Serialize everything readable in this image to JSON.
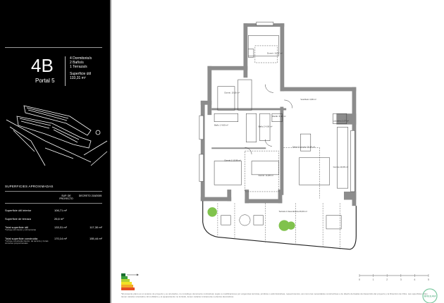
{
  "unit": {
    "code": "4B",
    "portal": "Portal 5",
    "specs": [
      "4 Dormitorio/s",
      "2 Baño/s",
      "1 Terraza/s"
    ],
    "useful_area_label": "Superficie útil",
    "useful_area_value": "133,31 m²"
  },
  "surfaces": {
    "title": "SUPERFICIES APROXIMADAS",
    "col_project": "SUP. DE PROYECTO",
    "col_decree": "DECRETO 218/2005",
    "rows": [
      {
        "label": "Superficie útil interior",
        "project": "106,71 m²",
        "decree": "",
        "note": ""
      },
      {
        "label": "Superficie de terraza",
        "project": "26,6 m²",
        "decree": "",
        "note": ""
      },
      {
        "label": "Total superficie útil",
        "project": "133,31 m²",
        "decree": "117,30 m²",
        "note": "*Incluye útil interior y útil terrazas"
      },
      {
        "label": "Total superficie construida",
        "project": "170,14 m²",
        "decree": "155,44 m²",
        "note": "*Incluye construida interior, de terraza y zonas comunes proporcionales"
      }
    ]
  },
  "rooms": [
    {
      "name": "Dormit.",
      "area": "10,87 m²"
    },
    {
      "name": "Dormit.",
      "area": "10,60 m²"
    },
    {
      "name": "Distrib.",
      "area": "5,90 m²"
    },
    {
      "name": "Vestíbulo",
      "area": "4,98 m²"
    },
    {
      "name": "Baño 1",
      "area": "4,60 m²"
    },
    {
      "name": "Baño 2",
      "area": "4,06 m²"
    },
    {
      "name": "Lavadero",
      "area": "2,07 m²"
    },
    {
      "name": "Salón-Comedor",
      "area": "26,86 m²"
    },
    {
      "name": "Dormit.1",
      "area": "15,98 m²"
    },
    {
      "name": "Dormit.",
      "area": "11,88 m²"
    },
    {
      "name": "Cocina",
      "area": "10,08 m²"
    },
    {
      "name": "Terraza 1 Descubierta",
      "area": "26,60 m²"
    }
  ],
  "scale_bar": {
    "ticks": [
      "0",
      "1",
      "2",
      "3",
      "4",
      "5"
    ]
  },
  "badge": "BREEAM",
  "disclaimer": "*El presente plano es un avance de proyecto y es orientativo, no constituye documento contractual, sujeto a modificaciones por exigencias técnicas, jurídicas o administrativas, requerimientos, así como las necesidades constructivas o de diseño derivadas del desarrollo del proyecto y la Dirección de Obra. Las superficies útiles tienen carácter orientativo. El mobiliario y el equipamiento no incluido, tienen carácter únicamente a efectos decorativos.",
  "colors": {
    "panel": "#000000",
    "wall": "#8c8c8c",
    "greenery": "#6ab82e"
  }
}
